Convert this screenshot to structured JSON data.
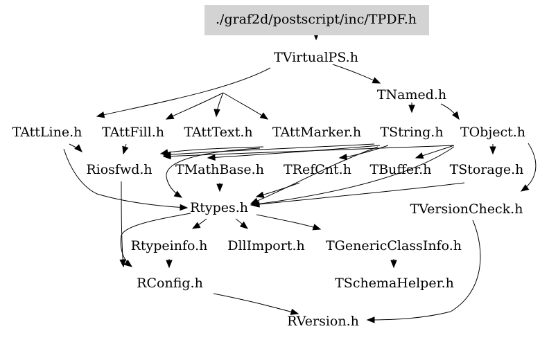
{
  "graph": {
    "root": "./graf2d/postscript/inc/TPDF.h",
    "colors": {
      "root_fill": "#d3d3d3",
      "line": "#000000",
      "background": "#ffffff"
    },
    "nodes": [
      {
        "id": "tpdf",
        "label": "./graf2d/postscript/inc/TPDF.h"
      },
      {
        "id": "tvirtualps",
        "label": "TVirtualPS.h"
      },
      {
        "id": "tnamed",
        "label": "TNamed.h"
      },
      {
        "id": "tattline",
        "label": "TAttLine.h"
      },
      {
        "id": "tattfill",
        "label": "TAttFill.h"
      },
      {
        "id": "tatttext",
        "label": "TAttText.h"
      },
      {
        "id": "tattmarker",
        "label": "TAttMarker.h"
      },
      {
        "id": "tstring",
        "label": "TString.h"
      },
      {
        "id": "tobject",
        "label": "TObject.h"
      },
      {
        "id": "riosfwd",
        "label": "Riosfwd.h"
      },
      {
        "id": "tmathbase",
        "label": "TMathBase.h"
      },
      {
        "id": "trefcnt",
        "label": "TRefCnt.h"
      },
      {
        "id": "tbuffer",
        "label": "TBuffer.h"
      },
      {
        "id": "tstorage",
        "label": "TStorage.h"
      },
      {
        "id": "rtypes",
        "label": "Rtypes.h"
      },
      {
        "id": "tversioncheck",
        "label": "TVersionCheck.h"
      },
      {
        "id": "rtypeinfo",
        "label": "Rtypeinfo.h"
      },
      {
        "id": "dllimport",
        "label": "DllImport.h"
      },
      {
        "id": "tgenericclassinfo",
        "label": "TGenericClassInfo.h"
      },
      {
        "id": "rconfig",
        "label": "RConfig.h"
      },
      {
        "id": "tschemahelper",
        "label": "TSchemaHelper.h"
      },
      {
        "id": "rversion",
        "label": "RVersion.h"
      }
    ],
    "edges": [
      [
        "tpdf",
        "tvirtualps"
      ],
      [
        "tvirtualps",
        "tnamed"
      ],
      [
        "tvirtualps",
        "tattline"
      ],
      [
        "tvirtualps",
        "tattfill"
      ],
      [
        "tvirtualps",
        "tatttext"
      ],
      [
        "tvirtualps",
        "tattmarker"
      ],
      [
        "tnamed",
        "tstring"
      ],
      [
        "tnamed",
        "tobject"
      ],
      [
        "tattline",
        "riosfwd"
      ],
      [
        "tattline",
        "rtypes"
      ],
      [
        "tattfill",
        "riosfwd"
      ],
      [
        "tattmarker",
        "riosfwd"
      ],
      [
        "tattmarker",
        "rtypes"
      ],
      [
        "tstring",
        "riosfwd"
      ],
      [
        "tstring",
        "tmathbase"
      ],
      [
        "tstring",
        "trefcnt"
      ],
      [
        "tstring",
        "rtypes"
      ],
      [
        "tobject",
        "riosfwd"
      ],
      [
        "tobject",
        "tbuffer"
      ],
      [
        "tobject",
        "tstorage"
      ],
      [
        "tobject",
        "rtypes"
      ],
      [
        "tobject",
        "tversioncheck"
      ],
      [
        "tmathbase",
        "rtypes"
      ],
      [
        "trefcnt",
        "rtypes"
      ],
      [
        "tstorage",
        "rtypes"
      ],
      [
        "rtypes",
        "rtypeinfo"
      ],
      [
        "rtypes",
        "dllimport"
      ],
      [
        "rtypes",
        "tgenericclassinfo"
      ],
      [
        "rtypes",
        "rconfig"
      ],
      [
        "riosfwd",
        "rconfig"
      ],
      [
        "rtypeinfo",
        "rconfig"
      ],
      [
        "tgenericclassinfo",
        "tschemahelper"
      ],
      [
        "rconfig",
        "rversion"
      ],
      [
        "tversioncheck",
        "rversion"
      ]
    ]
  }
}
